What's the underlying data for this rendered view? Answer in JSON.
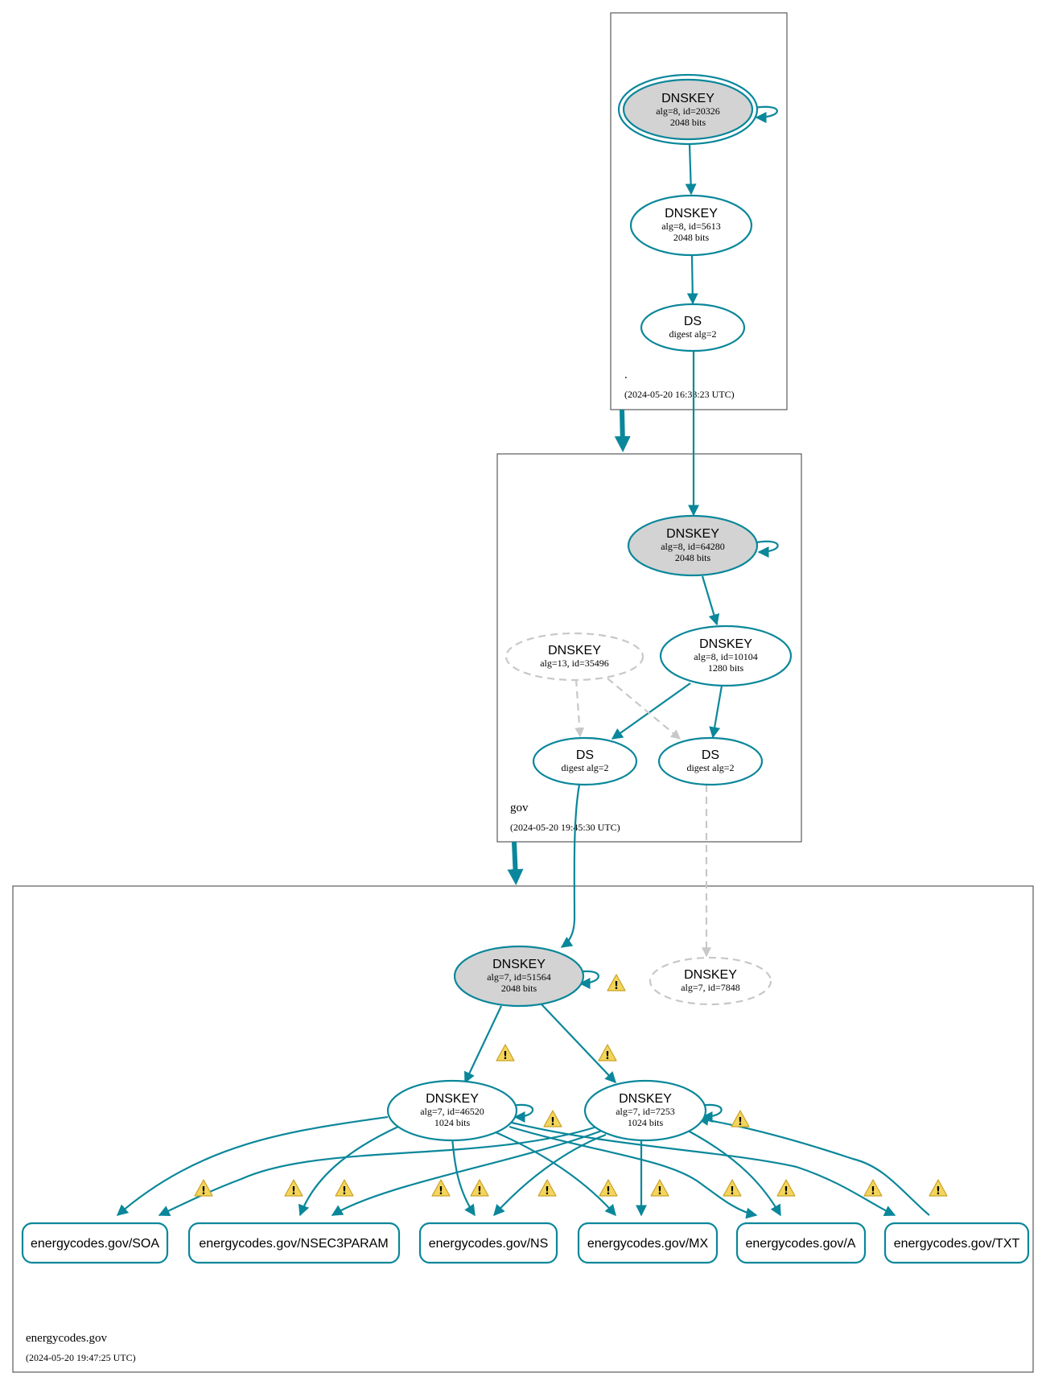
{
  "zones": {
    "root": {
      "name": ".",
      "timestamp": "(2024-05-20 16:33:23 UTC)"
    },
    "gov": {
      "name": "gov",
      "timestamp": "(2024-05-20 19:45:30 UTC)"
    },
    "energycodes": {
      "name": "energycodes.gov",
      "timestamp": "(2024-05-20 19:47:25 UTC)"
    }
  },
  "nodes": {
    "root_ksk": {
      "title": "DNSKEY",
      "line1": "alg=8, id=20326",
      "line2": "2048 bits"
    },
    "root_zsk": {
      "title": "DNSKEY",
      "line1": "alg=8, id=5613",
      "line2": "2048 bits"
    },
    "root_ds": {
      "title": "DS",
      "line1": "digest alg=2"
    },
    "gov_ksk": {
      "title": "DNSKEY",
      "line1": "alg=8, id=64280",
      "line2": "2048 bits"
    },
    "gov_zsk": {
      "title": "DNSKEY",
      "line1": "alg=8, id=10104",
      "line2": "1280 bits"
    },
    "gov_key13": {
      "title": "DNSKEY",
      "line1": "alg=13, id=35496"
    },
    "gov_ds1": {
      "title": "DS",
      "line1": "digest alg=2"
    },
    "gov_ds2": {
      "title": "DS",
      "line1": "digest alg=2"
    },
    "ec_ksk": {
      "title": "DNSKEY",
      "line1": "alg=7, id=51564",
      "line2": "2048 bits"
    },
    "ec_missing": {
      "title": "DNSKEY",
      "line1": "alg=7, id=7848"
    },
    "ec_zsk1": {
      "title": "DNSKEY",
      "line1": "alg=7, id=46520",
      "line2": "1024 bits"
    },
    "ec_zsk2": {
      "title": "DNSKEY",
      "line1": "alg=7, id=7253",
      "line2": "1024 bits"
    }
  },
  "rrsets": {
    "soa": "energycodes.gov/SOA",
    "nsec3param": "energycodes.gov/NSEC3PARAM",
    "ns": "energycodes.gov/NS",
    "mx": "energycodes.gov/MX",
    "a": "energycodes.gov/A",
    "txt": "energycodes.gov/TXT"
  },
  "colors": {
    "secure": "#0a879a",
    "insecure": "#c8c8c8",
    "ksk_fill": "#d3d3d3",
    "warning": "#f3d55b",
    "zone_border": "#5a5a5a"
  },
  "icons": {
    "warning": "warning-icon"
  }
}
